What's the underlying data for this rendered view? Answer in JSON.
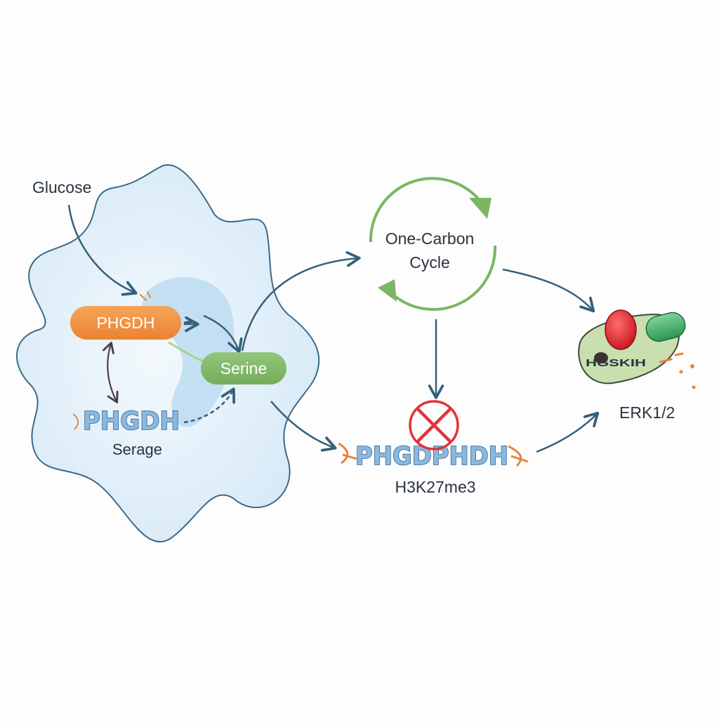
{
  "labels": {
    "glucose": "Glucose",
    "phgdh_enzyme": "PHGDH",
    "serine": "Serine",
    "phgdh_gene": "PHGDH",
    "serage": "Serage",
    "one_carbon_line1": "One-Carbon",
    "one_carbon_line2": "Cycle",
    "phgdh_repressed": "PHGDPHDH",
    "h3k27me3": "H3K27me3",
    "erk_protein_text": "HGSKIH",
    "erk": "ERK1/2"
  },
  "colors": {
    "arrow": "#36607a",
    "cycle": "#7bb662",
    "phgdh_pill": "#f0923a",
    "serine_pill": "#82b86a",
    "cell_fill": "#dcecf8",
    "cell_stroke": "#3c6a88",
    "inhibit_cross": "#e0343a",
    "erk_body": "#c9dfb0",
    "erk_red": "#d8222c",
    "erk_green": "#4caf6a"
  }
}
